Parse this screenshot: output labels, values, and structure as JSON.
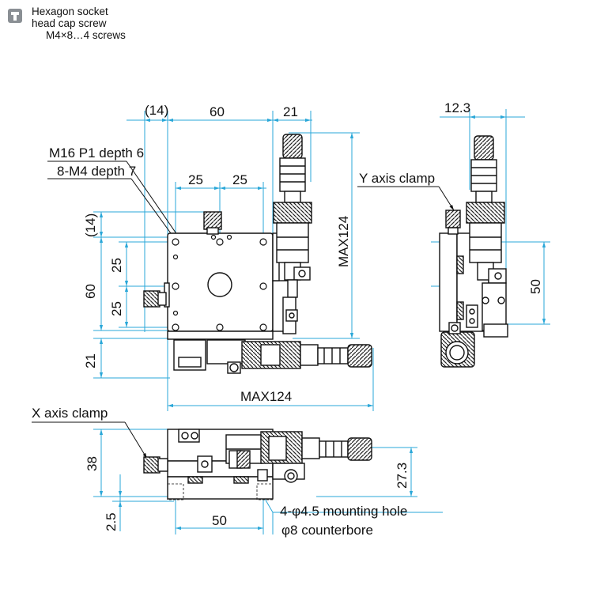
{
  "note": {
    "icon": "hex-key-icon",
    "line1": "Hexagon socket",
    "line2": "head cap screw",
    "line3": "M4×8…4 screws"
  },
  "top_view": {
    "dim_14_top": "(14)",
    "dim_60_top": "60",
    "dim_21_top": "21",
    "callout_m16": "M16 P1 depth 6",
    "callout_m4": "8-M4 depth 7",
    "dim_25_a": "25",
    "dim_25_b": "25",
    "dim_14_left": "(14)",
    "dim_25_left_a": "25",
    "dim_60_left": "60",
    "dim_25_left_b": "25",
    "dim_21_left": "21",
    "dim_max124_vertical": "MAX124",
    "dim_max124_horizontal": "MAX124"
  },
  "side_view": {
    "dim_12_3": "12.3",
    "y_axis_clamp": "Y axis clamp",
    "dim_50": "50"
  },
  "front_view": {
    "x_axis_clamp": "X axis clamp",
    "dim_38": "38",
    "dim_27_3": "27.3",
    "dim_2_5": "2.5",
    "dim_50": "50",
    "mounting_hole": "4-φ4.5 mounting hole",
    "counterbore": "φ8 counterbore"
  },
  "colors": {
    "dimension_line": "#2aa7d8",
    "outline": "#111111",
    "knurl": "#333333",
    "icon": "#8a8f94"
  }
}
